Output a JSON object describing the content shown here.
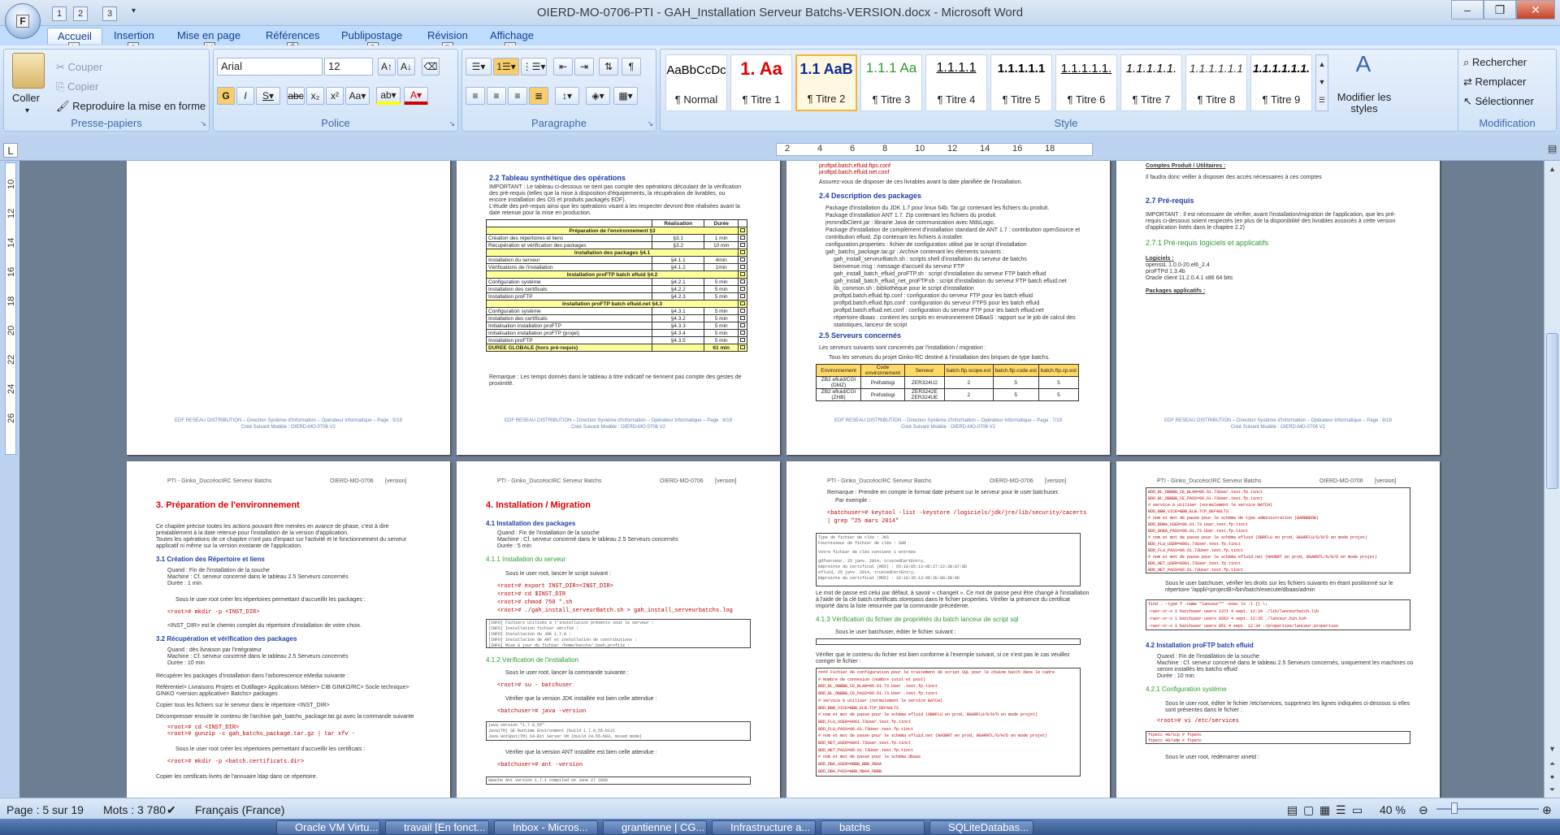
{
  "window": {
    "title": "OIERD-MO-0706-PTI - GAH_Installation Serveur Batchs-VERSION.docx - Microsoft Word",
    "office_button": "F",
    "qat_keytips": [
      "1",
      "2",
      "3"
    ],
    "controls": {
      "minimize": "–",
      "restore": "❐",
      "close": "✕"
    }
  },
  "tabs": [
    {
      "label": "Accueil",
      "keytip": "L"
    },
    {
      "label": "Insertion",
      "keytip": "S"
    },
    {
      "label": "Mise en page",
      "keytip": "M"
    },
    {
      "label": "Références",
      "keytip": "É"
    },
    {
      "label": "Publipostage",
      "keytip": "P"
    },
    {
      "label": "Révision",
      "keytip": "R"
    },
    {
      "label": "Affichage",
      "keytip": "N"
    }
  ],
  "ribbon": {
    "clipboard": {
      "label": "Presse-papiers",
      "paste": "Coller",
      "cut": "Couper",
      "copy": "Copier",
      "format_painter": "Reproduire la mise en forme"
    },
    "font": {
      "label": "Police",
      "font_name": "Arial",
      "font_size": "12"
    },
    "paragraph": {
      "label": "Paragraphe"
    },
    "styles": {
      "label": "Style",
      "items": [
        {
          "sample": "AaBbCcDc",
          "name": "¶ Normal"
        },
        {
          "sample": "1.  Aa",
          "name": "¶ Titre 1"
        },
        {
          "sample": "1.1  AaB",
          "name": "¶ Titre 2"
        },
        {
          "sample": "1.1.1  Aa",
          "name": "¶ Titre 3"
        },
        {
          "sample": "1.1.1.1",
          "name": "¶ Titre 4"
        },
        {
          "sample": "1.1.1.1.1",
          "name": "¶ Titre 5"
        },
        {
          "sample": "1.1.1.1.1.",
          "name": "¶ Titre 6"
        },
        {
          "sample": "1.1.1.1.1.",
          "name": "¶ Titre 7"
        },
        {
          "sample": "1.1.1.1.1.1",
          "name": "¶ Titre 8"
        },
        {
          "sample": "1.1.1.1.1.1.",
          "name": "¶ Titre 9"
        }
      ],
      "modify": "Modifier les styles"
    },
    "editing": {
      "label": "Modification",
      "find": "Rechercher",
      "replace": "Remplacer",
      "select": "Sélectionner"
    }
  },
  "ruler": {
    "marks": [
      "2",
      "4",
      "6",
      "8",
      "10",
      "12",
      "14",
      "16",
      "18"
    ],
    "v_marks": [
      "10",
      "12",
      "14",
      "16",
      "18",
      "20",
      "22",
      "24",
      "26"
    ]
  },
  "pages": {
    "p6_top": {
      "heading": "2.2  Tableau synthétique des opérations",
      "lines": [
        "IMPORTANT : Le tableau ci-dessous ne tient pas compte des opérations découlant de la vérification",
        "des pré-requis (telles que la mise à disposition d'équipements, la récupération de livrables, ou",
        "encore installation des OS et produits packagés EDF).",
        "L'étude des pré-requis ainsi que les opérations visant à les respecter devront être réalisées avant la",
        "date retenue pour la mise en production."
      ],
      "table_header": [
        "",
        "Réalisation",
        "Durée"
      ],
      "rows": [
        [
          "Préparation de l'environnement §3",
          "",
          ""
        ],
        [
          "Création des répertoires et liens",
          "§3.1",
          "1 min"
        ],
        [
          "Récupération et vérification des packages",
          "§3.2",
          "10 min"
        ],
        [
          "Installation des packages §4.1",
          "",
          ""
        ],
        [
          "Installation du serveur",
          "§4.1.1",
          "4min"
        ],
        [
          "Vérifications de l'installation",
          "§4.1.2",
          "1min"
        ],
        [
          "Installation proFTP batch efluid §4.2",
          "",
          ""
        ],
        [
          "Configuration système",
          "§4.2.1",
          "5 min"
        ],
        [
          "Installation des certificats",
          "§4.2.2",
          "5 min"
        ],
        [
          "Installation proFTP",
          "§4.2.3",
          "5 min"
        ],
        [
          "Installation proFTP batch efluid.net §4.3",
          "",
          ""
        ],
        [
          "Configuration système",
          "§4.3.1",
          "5 min"
        ],
        [
          "Installation des certificats",
          "§4.3.2",
          "5 min"
        ],
        [
          "Initialisation installation proFTP",
          "§4.3.3",
          "5 min"
        ],
        [
          "Initialisation installation proFTP (projet)",
          "§4.3.4",
          "5 min"
        ],
        [
          "Installation proFTP",
          "§4.3.5",
          "5 min"
        ],
        [
          "DUREE GLOBALE (hors pré-requis)",
          "",
          "61 min"
        ]
      ],
      "remark": "Remarque : Les temps donnés dans le tableau à titre indicatif ne tiennent pas compte des gestes de",
      "remark2": "proximité."
    },
    "p7_top": {
      "lines_top": [
        "proftpd.batch.efluid.ftps.conf",
        "proftpd.batch.efluid.net.conf"
      ],
      "assure": "Assurez-vous de disposer de ces livrables avant la date planifiée de l'installation.",
      "heading_pkg": "2.4  Description des packages",
      "pkg_lines": [
        "Package d'installation du JDK 1.7 pour linux 64b. Tar.gz contenant les fichiers du produit.",
        "Package d'installation ANT 1.7. Zip contenant les fichiers du produit.",
        "jmmmdbClient.jar : librairie Java de communication avec MdsLogic.",
        "Package d'installation de complément d'installation standard de ANT 1.7 : contribution openSource et",
        "contribution efluid. Zip contenant les fichiers à installer.",
        "configuration.properties : fichier de configuration utilisé par le script d'installation",
        "gah_batchs_package.tar.gz : Archive contenant les éléments suivants :",
        "gah_install_serveurBatch.sh : scripts shell d'installation du serveur de batchs",
        "bienvenue.msg : message d'accueil du serveur FTP",
        "gah_install_batch_efluid_proFTP.sh : script d'installation du serveur FTP batch efluid",
        "gah_install_batch_efluid_net_proFTP.sh : script d'installation du serveur FTP batch efluid.net",
        "lib_common.sh : bibliothèque pour le script d'installation",
        "proftpd.batch.efluid.ftp.conf : configuration du serveur FTP pour les batch efluid",
        "proftpd.batch.efluid.ftps.conf : configuration du serveur FTPS pour les batch efluid",
        "proftpd.batch.efluid.net.conf : configuration du serveur FTP pour les batch efluid.net",
        "répertoire dbaas : contient les scripts en environnement DBaaS : rapport sur le job de calcul des",
        "statistiques, lanceur de script"
      ],
      "heading_srv": "2.5  Serveurs concernés",
      "srv_intro": "Les serveurs suivants sont concernés par l'installation / migration :",
      "srv_bullet": "Tous les serveurs du projet Ginko-RC destiné à l'installation des briques de type batchs.",
      "srv_header": [
        "Environnement",
        "Code environnement",
        "Serveur",
        "batch.ftp.scope.est",
        "batch.ftp.code.est",
        "batch.ftp.cp.est"
      ],
      "srv_rows": [
        [
          "ZB2 efluid/CGI (DMZ)",
          "Préfutdogi",
          "ZER324U2",
          "2",
          "5",
          "5"
        ],
        [
          "ZB2 efluid/CGI (ZHB)",
          "Préfutdogi",
          "ZER3242E ZER324UE",
          "2",
          "5",
          "5"
        ]
      ]
    },
    "p8_top": {
      "comptes": "Comptes Produit / Utilitaires :",
      "comptes_txt": "Il faudra donc veiller à disposer des accès nécessaires à ces comptes",
      "heading_pre": "2.7  Pré-requis",
      "pre_lines": [
        "IMPORTANT : Il est nécessaire de vérifier, avant l'installation/migration de l'application, que les pré-",
        "requis ci-dessous soient respectés (en plus de la disponibilité des livrables associés à cette version",
        "d'application listés dans le chapitre 2.2)"
      ],
      "heading_log": "2.7.1  Pré-requis logiciels et applicatifs",
      "logiciels": "Logiciels :",
      "log_lines": [
        "openssL 1.0.0-20.el6_2.4",
        "proFTPd 1.3.4b",
        "Oracle client 11.2.0.4.1 x86 64 bits"
      ],
      "packages": "Packages applicatifs :"
    },
    "footer_line1": "EDF RESEAU DISTRIBUTION – Direction Système d'Information – Opérateur Informatique –",
    "footer_pages": [
      "Page : 5/19",
      "Page : 6/19",
      "Page : 7/19",
      "Page : 8/19"
    ],
    "footer_line2": "Créé Suivant Modèle : OIERD-MO-0706 V2",
    "header_left": "PTI - Ginko_DuccéocIRC Serveur Batchs",
    "header_mid": "OIERD-MO-0706",
    "header_right": "[version]",
    "p9": {
      "heading": "3.  Préparation de l'environnement",
      "intro": [
        "Ce chapitre précise toutes les actions pouvant être menées en avance de phase, c'est à dire",
        "préalablement à la date retenue pour l'installation de la version d'application.",
        "Toutes les opérations de ce chapitre n'ont pas d'impact sur l'activité et le fonctionnement du serveur",
        "applicatif ni même sur la version existante de l'application."
      ],
      "h31": "3.1  Création des Répertoire et liens",
      "q31": [
        "Quand       : Fin de l'installation de la souche",
        "Machine    : Cf. serveur concerné dans le tableau 2.5 Serveurs concernés",
        "Durée       : 1 min"
      ],
      "b31": "Sous le user root créer les répertoires permettant d'accueillir les packages :",
      "c31": "<root># mkdir -p <INST_DIR>",
      "t31": "<INST_DIR> est le chemin complet du répertoire d'installation de votre choix.",
      "h32": "3.2  Récupération et vérification des packages",
      "q32": [
        "Quand       : dès livraison par l'intégrateur",
        "Machine    : Cf. serveur concerné dans le tableau 2.5 Serveurs concernés",
        "Durée       : 10 min"
      ],
      "t32a": "Récupérer les packages d'installation dans l'arborescence eMedia suivante :",
      "t32b": "Référentiel> Livraisons Projets et Outillage> Applications Métier> CIB GINKO/RC> Socle technique>",
      "t32c": "GINKO <version applicative> Batchs> packages",
      "t32d": "Copier tous les fichiers sur le serveur dans le répertoire <INST_DIR>",
      "t32e": "Décompresser ensuite le contenu de l'archive gah_batchs_package.tar.gz avec la commande suivante",
      "c32a": "<root># cd <INST_DIR>",
      "c32b": "<root># gunzip -c gah_batchs_package.tar.gz | tar xfv -",
      "b32": "Sous le user root créer les répertoires permettant d'accueillir les certificats :",
      "c32c": "<root># mkdir -p <batch.certificats.dir>",
      "t32f": "Copier les certificats livrés de l'annuaire ldap dans ce répertoire."
    },
    "p10": {
      "heading": "4.  Installation / Migration",
      "h41": "4.1  Installation des packages",
      "q41": [
        "Quand       : Fin de l'installation de la souche",
        "Machine    : Cf. serveur concerné dans le tableau 2.5 Serveurs concernés",
        "Durée       : 5 min"
      ],
      "h411": "4.1.1  Installation du serveur",
      "b411": "Sous le user root, lancer le script suivant :",
      "c411": [
        "<root># export INST_DIR=<INST_DIR>",
        "<root># cd $INST_DIR",
        "<root># chmod 750 *.sh",
        "<root># ./gah_install_serveurBatch.sh > gah_install_serveurbatchs.log"
      ],
      "box411": [
        "[INFO]  Fichiers utilisés à l'installation présents sous le serveur :",
        "[INFO]  Installation fichier vérifié :",
        "[INFO]  Installation du JDK 1.7.0 :",
        "[INFO]  Installation de ANT et installation de contributions :",
        "[INFO]  Mise à jour du fichier /home/batchs/.bash_profile :"
      ],
      "h412": "4.1.2  Vérification de l'installation",
      "b412a": "Sous le user root, lancer la commande suivante :",
      "c412a": "<root># su - batchuser",
      "b412b": "Vérifier que la version JDK installée est bien celle attendue :",
      "c412b": "<batchuser># java -version",
      "box412": [
        "java version \"1.7.0_55\"",
        "Java(TM) SE Runtime Environment (build 1.7.0_55-b13)",
        "Java HotSpot(TM) 64-Bit Server VM (build 24.55-b03, mixed mode)"
      ],
      "b412c": "Vérifier que la version ANT installée est bien celle attendue :",
      "c412c": "<batchuser># ant -version",
      "box412b": "Apache Ant version 1.7.1 compiled on June 27 2008"
    },
    "p11": {
      "remark": "Remarque : Prendre en compte le format date présent sur le serveur pour le user batchuser.",
      "example": "Par exemple :",
      "cmd": [
        "<batchuser># keytool -list -keystore /logiciels/jdk/jre/lib/security/cacerts",
        "| grep \"25 mars 2014\""
      ],
      "box": [
        "Type de fichier de clés : JKS",
        "Fournisseur de fichier de clés : SUN",
        "Votre fichier de clés contient 1 entrées",
        "gdfserveur, 25 janv. 2014, trustedCertEntry,",
        "Empreinte du certificat (MD5) : 65:18:85:13:0D:27:22:2B:87:8D",
        "efluid, 25 janv. 2014, trustedCertEntry,",
        "Empreinte du certificat (MD5) : 32:18:35:13:0D:2E:08:2B:8D"
      ],
      "t1": "Le mot de passe est celui par défaut, à savoir « changeit ». Ce mot de passe peut être changé à l'installation",
      "t2": "à l'aide de la clé batch.certificats.storepass dans le fichier properties. Vérifier la présence du certificat",
      "t3": "importé dans la liste retournée par la commande précédente.",
      "h413": "4.1.3  Vérification du fichier de propriétés du batch lanceur de script sql",
      "b413": "Sous le user batchuser, éditer le fichier suivant :",
      "t4": "Vérifier que le contenu du fichier est bien conforme à l'exemple suivant, si ce n'est pas le cas veuillez",
      "t5": "corriger le fichier :",
      "box2": [
        "#### Fichier de configuration pour le traitement de script SQL pour le chaîne batch dans le cadre",
        "# Nombre de connexion (nombre total et pool)",
        "BDD_BL_OBBBB_CE_BLAN=06.61.73.User .test.fp.tinct",
        "BDD_BL_OBBBB_CE_PASS=06.61.73.User .test.fp.tinct",
        "# service à utiliser (normalement le service BATCH)",
        "BDD_BBB_VICE=BBB_ELB.TCP_DEFAULTS",
        "# nom et mot de passe pour le schéma efluid (OBRFLU en prod, BGARFLU/G/H/D en mode projet)",
        "BDD_FLU_USER=0061.73User.test.fp.tinct",
        "BDD_FLU_PASS=06.61.73User.test.fp.tinct",
        "# nom et mot de passe pour le schéma efluid.net (NAOBRT en prod, BGARNTL/G/H/D en mode projet)",
        "BDD_NET_USER=0061.73User.test.fp.tinct",
        "BDD_NET_PASS=06.61.73User.test.fp.tinct",
        "# nom et mot de passe pour le schéma dbaas",
        "BDD_DBA_USER=OBBB_BBB_OBAA",
        "BDD_DBA_PASS=BBB_OBAA_OBBB"
      ]
    },
    "p12": {
      "box1": [
        "BDD_BL_OBBBB_CE_BLAN=06.61.73User.test.fp.tinct",
        "BDD_BL_OBBBB_CE_PASS=06.61.73User.test.fp.tinct",
        "# service à utiliser (normalement le service BATCH)",
        "BDD_BBB_VICE=BBB_ELB.TCP_DEFAULTS",
        "# nom et mot de passe pour le schéma de type administration (BARBBEDB)",
        "BDD_BDBA_USER=06.61.73 User.test.fp.tinct",
        "BDD_BDBA_PASS=06.61.73 User.test.fp.tinct",
        "# nom et mot de passe pour le schéma efluid (OBRFLU en prod, BGARFLU/G/H/D en mode projet)",
        "BDD_FLU_USER=0061.73User.test.fp.tinct",
        "BDD_FLU_PASS=06.61.73User.test.fp.tinct",
        "# nom et mot de passe pour le schéma efluid.net (NAOBRT en prod, BGARNTL/G/H/D en mode projet)",
        "BDD_NET_USER=0061.73User.test.fp.tinct",
        "BDD_NET_PASS=06.61.73User.test.fp.tinct"
      ],
      "b1": "Sous le user batchuser, vérifier les droits sur les fichiers suivants en étant positionné sur le",
      "b1b": "répertoire '/appli/<projectB>/bin/batch/execute/dbaas/admin",
      "box2": [
        "find . -type f -name \"lanceur*\" -exec ls -l {} \\;",
        "-rwxr-xr-x  1 batchuser users  1371  4 sept. 12:34 ./lib/lanceurbatch.lib",
        "-rwxr-xr-x  1 batchuser users  8263  4 sept. 12:35 ./lanceur.bin.ksh",
        "-rwxr-xr-x  1 batchuser users  851  4 sept. 12:34 ./properties/lanceur.properties"
      ],
      "h42": "4.2  Installation proFTP batch efluid",
      "q42": [
        "Quand       : Fin de l'installation de la souche",
        "Machine    : Cf. serveur concerné dans le tableau 2.5 Serveurs concernés, uniquement les machines où",
        "seront installés les batchs efluid",
        "Durée       : 10 min"
      ],
      "h421": "4.2.1  Configuration système",
      "b421": "Sous le user root, éditer le fichier /etc/services, supprimez les lignes indiquées ci-dessous si elles",
      "b421b": "sont présentes dans le fichier :",
      "c421": "<root># vi /etc/services",
      "box3": [
        "ftpetc     40/tcp      # ftpetc",
        "ftpetc     40/udp      # ftpetc"
      ],
      "b422": "Sous le user root, redémarrer xinetd :"
    }
  },
  "status": {
    "page": "Page : 5 sur 19",
    "words": "Mots : 3 780",
    "language": "Français (France)",
    "zoom": "40 %"
  },
  "taskbar": [
    "Oracle VM Virtu...",
    "travail [En fonct...",
    "Inbox - Micros...",
    "grantienne | CG...",
    "Infrastructure a...",
    "batchs",
    "SQLiteDatabas..."
  ]
}
